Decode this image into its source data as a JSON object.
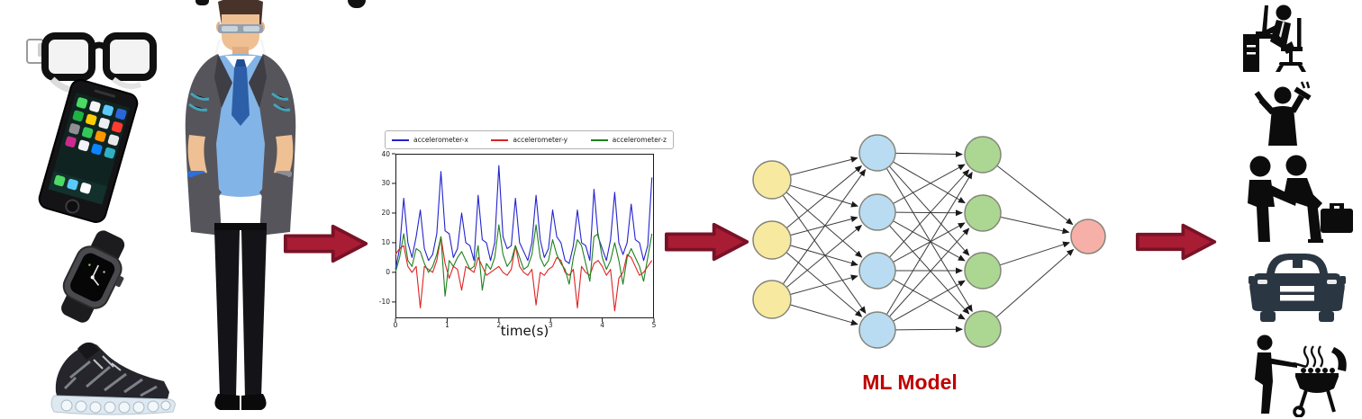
{
  "page": {
    "background": "#ffffff"
  },
  "colors": {
    "arrow_fill": "#a81c34",
    "arrow_stroke": "#791226",
    "ml_label": "#c00000",
    "icon_black": "#0c0c0c",
    "car_icon": "#2a3642",
    "axis": "#1a1a1a",
    "nn_node_stroke": "#85857a",
    "nn_edge": "#3c3c3c"
  },
  "wearables": {
    "items": [
      {
        "icon": "smart-glasses-icon"
      },
      {
        "icon": "smartphone-icon"
      },
      {
        "icon": "smartwatch-icon"
      },
      {
        "icon": "smart-shoe-icon"
      },
      {
        "icon": "person-figure"
      }
    ]
  },
  "chart_data": {
    "type": "line",
    "title": "",
    "xlabel": "time(s)",
    "ylabel": "",
    "x_range": [
      0,
      5
    ],
    "y_range": [
      -15.5,
      40
    ],
    "x_ticks": [
      0,
      1,
      2,
      3,
      4,
      5
    ],
    "y_ticks": [
      40,
      30,
      20,
      10,
      0,
      -10
    ],
    "grid": false,
    "legend_position": "top",
    "x_step": 0.08,
    "series": [
      {
        "name": "accelerometer-x",
        "color": "#2323cf",
        "values": [
          1,
          8,
          25,
          10,
          5,
          12,
          21,
          8,
          4,
          6,
          13,
          34,
          14,
          13,
          5,
          8,
          20,
          10,
          9,
          4,
          26,
          11,
          10,
          4,
          10,
          36,
          12,
          8,
          9,
          25,
          10,
          7,
          4,
          10,
          26,
          11,
          5,
          8,
          21,
          12,
          10,
          4,
          3,
          9,
          21,
          10,
          9,
          4,
          28,
          12,
          8,
          4,
          11,
          27,
          10,
          6,
          10,
          23,
          11,
          10,
          4,
          9,
          32
        ]
      },
      {
        "name": "accelerometer-y",
        "color": "#df2222",
        "values": [
          6,
          8,
          9,
          2,
          0,
          2,
          -12,
          2,
          1,
          0,
          4,
          12,
          3,
          -2,
          2,
          1,
          -6,
          2,
          1,
          0,
          5,
          2,
          -1,
          0,
          1,
          2,
          0,
          -1,
          1,
          9,
          2,
          0,
          -1,
          1,
          -11,
          0,
          -1,
          1,
          2,
          5,
          4,
          0,
          -1,
          1,
          -12,
          2,
          0,
          -1,
          3,
          4,
          2,
          -1,
          1,
          -13,
          -2,
          0,
          6,
          5,
          2,
          -1,
          0,
          2,
          4
        ]
      },
      {
        "name": "accelerometer-z",
        "color": "#1e801e",
        "values": [
          0,
          5,
          13,
          4,
          2,
          8,
          7,
          3,
          0,
          2,
          6,
          12,
          -8,
          4,
          2,
          5,
          7,
          4,
          1,
          2,
          9,
          -6,
          3,
          1,
          5,
          16,
          6,
          2,
          4,
          9,
          5,
          1,
          2,
          6,
          16,
          5,
          2,
          4,
          11,
          6,
          3,
          1,
          -4,
          5,
          11,
          9,
          3,
          -3,
          12,
          13,
          5,
          1,
          4,
          10,
          4,
          -4,
          5,
          8,
          5,
          2,
          -3,
          5,
          13
        ]
      }
    ]
  },
  "nn": {
    "label": "ML Model",
    "layers": [
      {
        "x": 27,
        "ys": [
          60,
          127,
          193
        ],
        "r": 21,
        "fill": "#f8e9a1"
      },
      {
        "x": 144,
        "ys": [
          30,
          96,
          161,
          227
        ],
        "r": 20,
        "fill": "#b9dcf2"
      },
      {
        "x": 261,
        "ys": [
          32,
          97,
          161,
          226
        ],
        "r": 20,
        "fill": "#abd793"
      },
      {
        "x": 378,
        "ys": [
          123
        ],
        "r": 19,
        "fill": "#f6b0a8"
      }
    ]
  },
  "activities": {
    "items": [
      {
        "icon": "working-at-desk-icon"
      },
      {
        "icon": "exercising-icon"
      },
      {
        "icon": "meeting-handshake-icon"
      },
      {
        "icon": "driving-car-icon"
      },
      {
        "icon": "grilling-icon"
      }
    ]
  }
}
